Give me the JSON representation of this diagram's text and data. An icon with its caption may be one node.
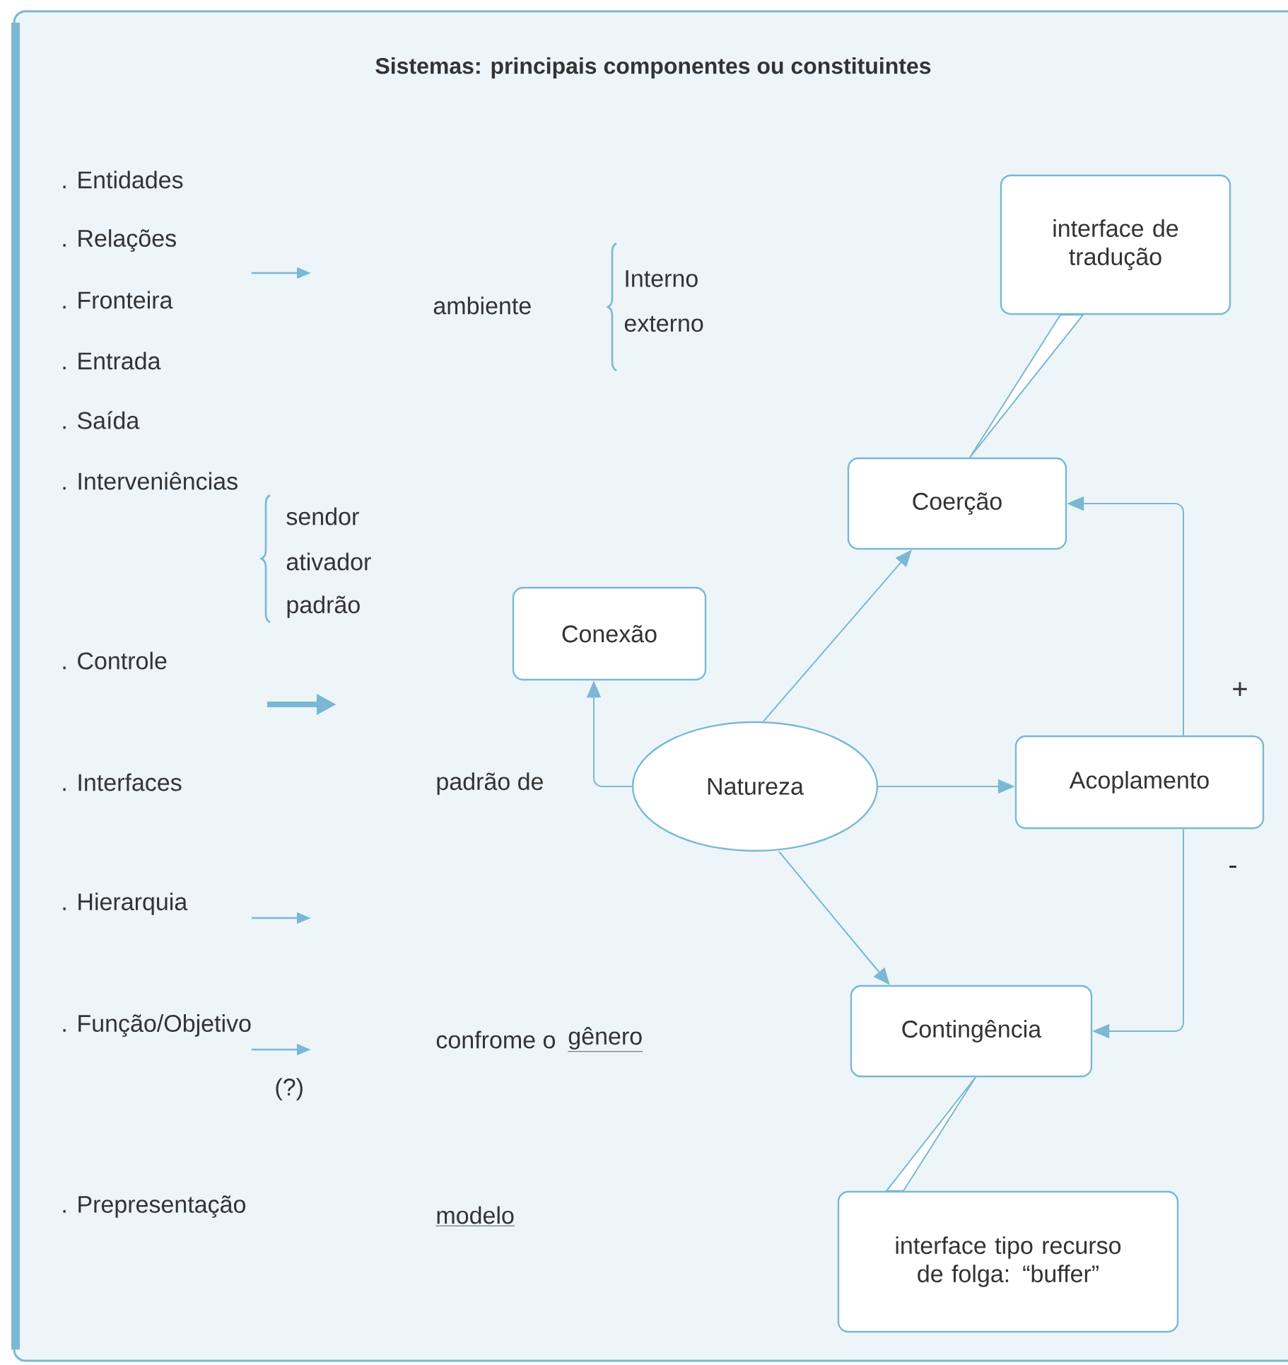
{
  "diagram": {
    "title": "Sistemas: principais componentes ou constituintes",
    "nodes": [
      {
        "text": [
          "interface de tradução"
        ]
      },
      {
        "text": [
          "Coerção"
        ]
      },
      {
        "text": [
          "Conexão"
        ]
      },
      {
        "text": [
          "Natureza"
        ]
      },
      {
        "text": [
          "Acoplamento"
        ]
      },
      {
        "text": [
          "Contingência"
        ]
      },
      {
        "text": [
          "interface tipo recurso de folga: “buffer”"
        ]
      }
    ],
    "edges": [
      {
        "from": 3,
        "to": 1,
        "arrow": "to"
      },
      {
        "from": 3,
        "to": 2,
        "arrow": "to"
      },
      {
        "from": 3,
        "to": 4,
        "arrow": "to"
      },
      {
        "from": 3,
        "to": 5,
        "arrow": "to"
      },
      {
        "from": 4,
        "to": 1,
        "arrow": "to",
        "label": "+"
      },
      {
        "from": 4,
        "to": 5,
        "arrow": "to",
        "label": "-"
      },
      {
        "from": 1,
        "to": 0,
        "arrow": "none"
      },
      {
        "from": 5,
        "to": 6,
        "arrow": "none"
      }
    ],
    "labels": [
      ". Entidades",
      ". Relações",
      ". Fronteira",
      "ambiente",
      "Interno",
      "externo",
      ". Entrada",
      ". Saída",
      ". Interveniências",
      "sendor",
      "ativador",
      "padrão",
      ". Controle",
      ". Interfaces",
      "padrão de",
      ". Hierarquia",
      ". Função/Objetivo",
      "confrome o",
      "gênero",
      "(?)",
      ". Prepresentação",
      "modelo"
    ]
  }
}
